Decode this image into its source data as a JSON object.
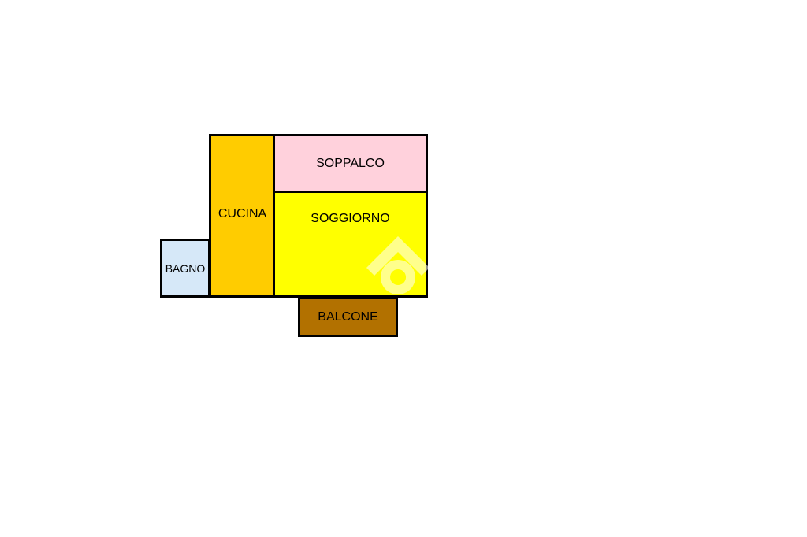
{
  "floorplan": {
    "rooms": {
      "bagno": {
        "label": "BAGNO",
        "color": "#D6E8F8"
      },
      "cucina": {
        "label": "CUCINA",
        "color": "#FFCC00"
      },
      "soppalco": {
        "label": "SOPPALCO",
        "color": "#FFD1DC"
      },
      "soggiorno": {
        "label": "SOGGIORNO",
        "color": "#FFFF00"
      },
      "balcone": {
        "label": "BALCONE",
        "color": "#B27100"
      }
    },
    "wall_color": "#000000",
    "watermark_icon": "house-logo-icon"
  }
}
